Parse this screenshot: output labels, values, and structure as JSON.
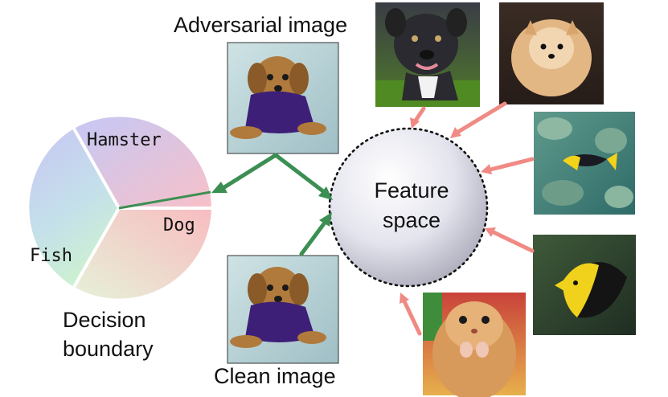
{
  "labels": {
    "adversarial": "Adversarial image",
    "clean": "Clean image",
    "feature_line1": "Feature",
    "feature_line2": "space",
    "decision_line1": "Decision",
    "decision_line2": "boundary"
  },
  "classes": {
    "hamster": "Hamster",
    "dog": "Dog",
    "fish": "Fish"
  },
  "colors": {
    "green_arrow": "#3c8f52",
    "red_arrow": "#f08a84",
    "sphere": "#c9c9d6"
  }
}
